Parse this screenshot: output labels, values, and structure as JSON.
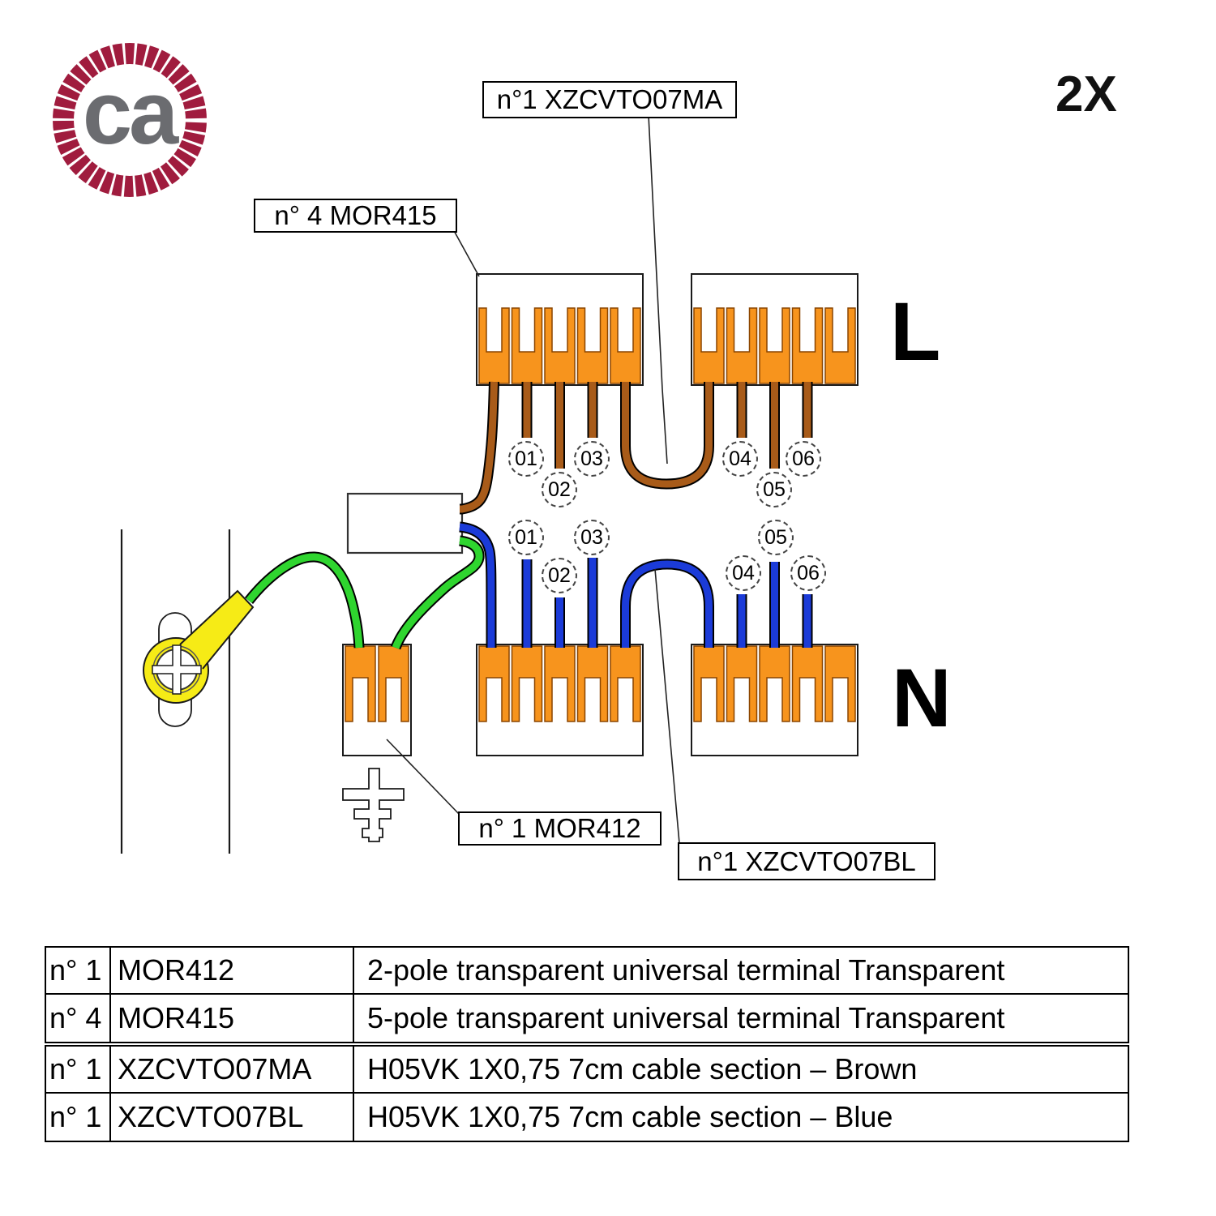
{
  "logo": {
    "text": "ca"
  },
  "quantity_note": "2X",
  "bus_labels": {
    "line": "L",
    "neutral": "N"
  },
  "callouts": {
    "top_cable": "n°1 XZCVTO07MA",
    "terminal_5pole": "n° 4 MOR415",
    "terminal_2pole": "n° 1 MOR412",
    "bottom_cable": "n°1 XZCVTO07BL"
  },
  "wire_markers": {
    "brown": [
      "01",
      "02",
      "03",
      "04",
      "05",
      "06"
    ],
    "blue": [
      "01",
      "02",
      "03",
      "04",
      "05",
      "06"
    ]
  },
  "colors": {
    "terminal_orange": "#F7941D",
    "wire_brown": "#A85B19",
    "wire_blue": "#1B3BD8",
    "wire_green": "#2FD52F",
    "lug_yellow": "#F6EB16",
    "logo_red": "#A01C3E",
    "logo_gray": "#6B6C70"
  },
  "parts_table": {
    "rows": [
      {
        "qty": "n° 1",
        "code": "MOR412",
        "desc": "2-pole transparent universal terminal Transparent"
      },
      {
        "qty": "n° 4",
        "code": "MOR415",
        "desc": "5-pole transparent universal terminal Transparent"
      },
      {
        "qty": "n° 1",
        "code": "XZCVTO07MA",
        "desc": "H05VK 1X0,75 7cm cable section – Brown"
      },
      {
        "qty": "n° 1",
        "code": "XZCVTO07BL",
        "desc": "H05VK 1X0,75 7cm cable section – Blue"
      }
    ]
  }
}
